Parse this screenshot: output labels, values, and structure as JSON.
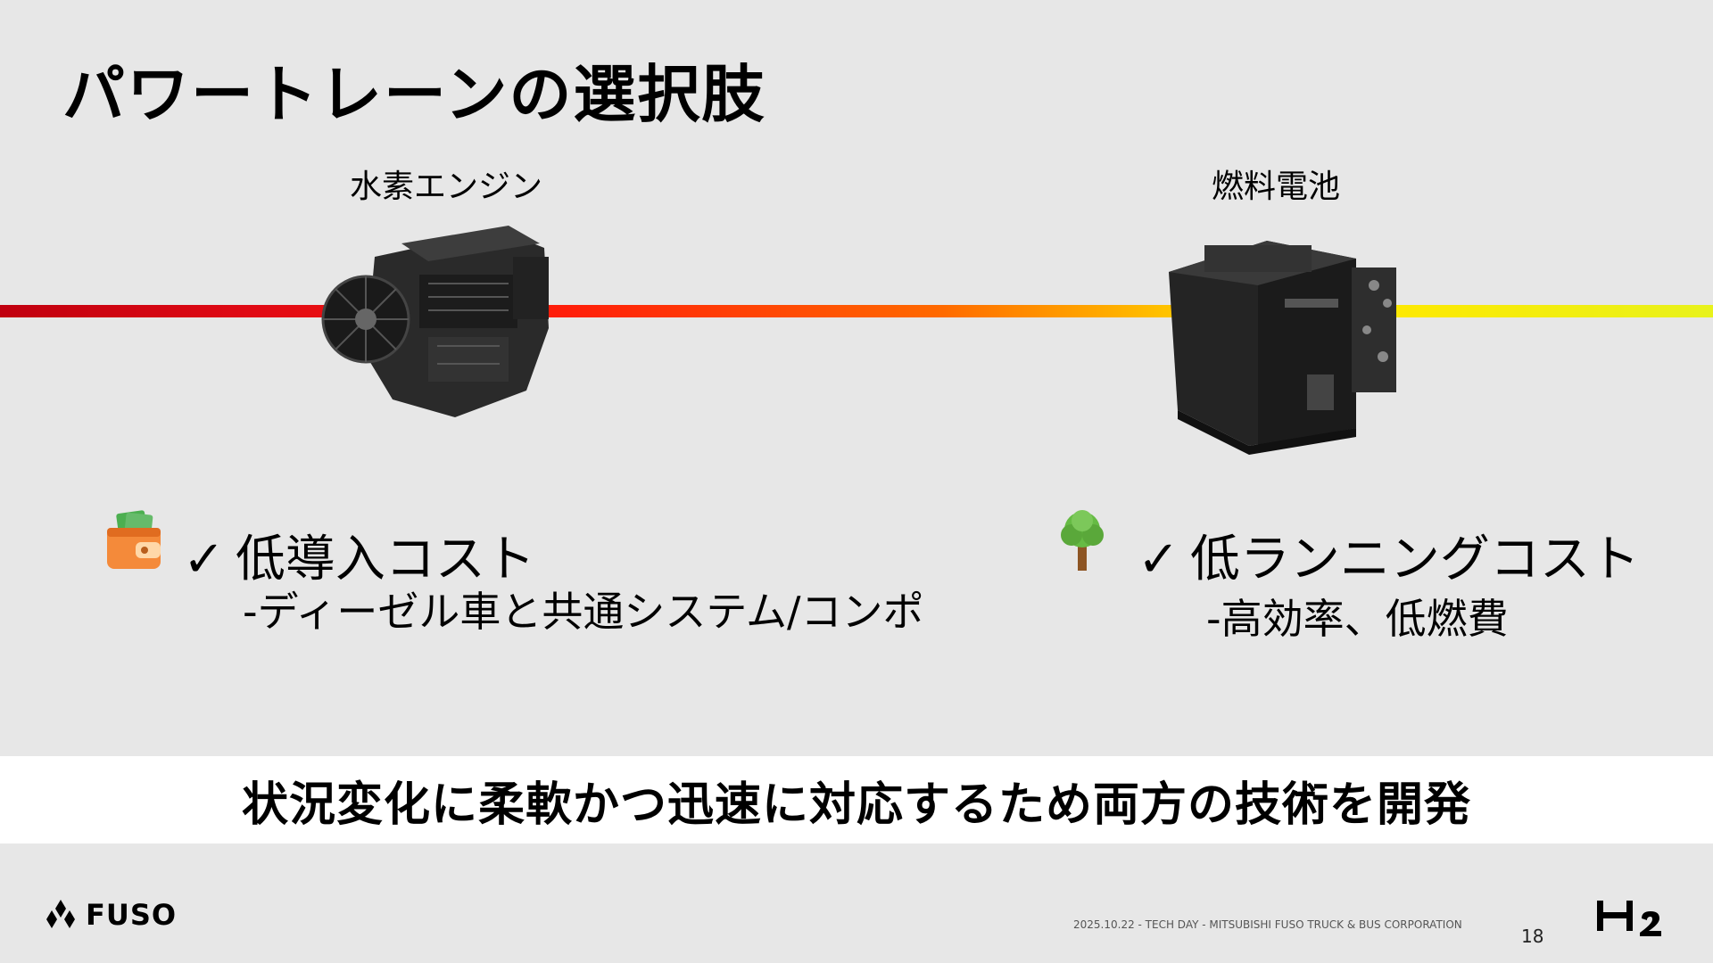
{
  "slide": {
    "title": "パワートレーンの選択肢",
    "banner": "状況変化に柔軟かつ迅速に対応するため両方の技術を開発",
    "footer": "2025.10.22 - TECH DAY - MITSUBISHI FUSO TRUCK & BUS CORPORATION",
    "page_number": "18",
    "logo_text": "FUSO"
  },
  "columns": {
    "engine": {
      "label": "水素エンジン",
      "check": "✓",
      "benefit": "低導入コスト",
      "detail": "-ディーゼル車と共通システム/コンポ",
      "icon": "wallet-icon"
    },
    "fuel_cell": {
      "label": "燃料電池",
      "check": "✓",
      "benefit": "低ランニングコスト",
      "detail": "-高効率、低燃費",
      "icon": "tree-icon"
    }
  },
  "colors": {
    "gradient_start": "#c0000f",
    "gradient_mid": "#ff6a00",
    "gradient_end": "#e8f21c",
    "background": "#e7e7e7",
    "banner_bg": "#ffffff"
  }
}
